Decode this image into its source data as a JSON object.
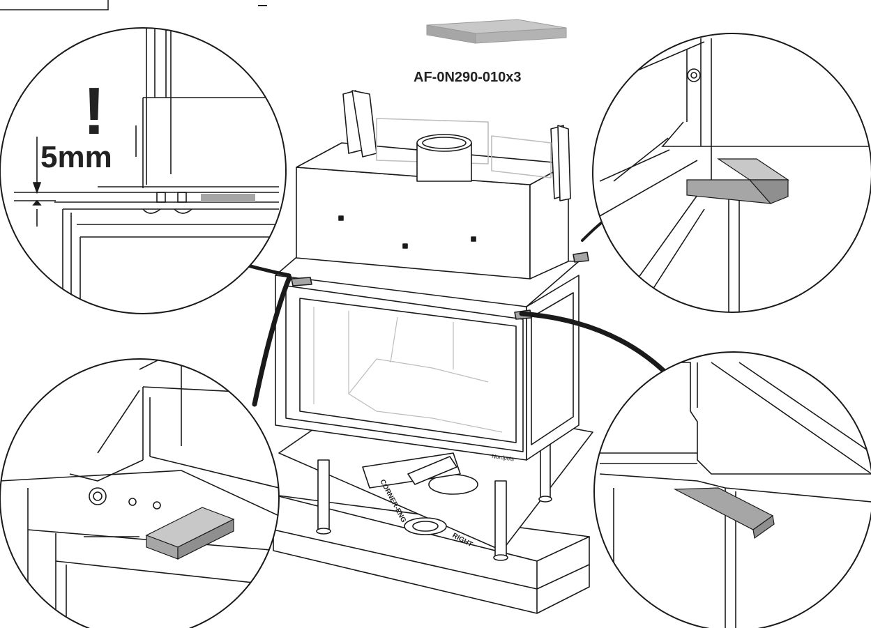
{
  "part_label": "AF-0N290-010x3",
  "detail_top_left": {
    "warning_mark": "!",
    "dimension_text": "5mm"
  },
  "stove": {
    "brand_text": "Nordpeis",
    "side_text": "RIGHT",
    "base_text": "CORNER-ENG"
  },
  "colors": {
    "line": "#1a1a1a",
    "spacer": "#a6a6a6",
    "spacer_light": "#c8c8c8",
    "background": "#ffffff"
  }
}
